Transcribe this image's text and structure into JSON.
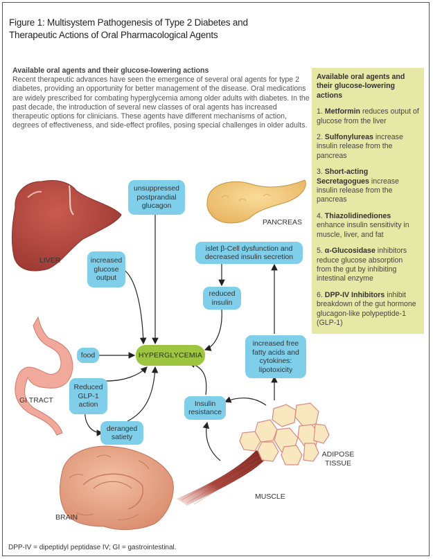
{
  "figure": {
    "title_line1": "Figure 1: Multisystem Pathogenesis of Type 2 Diabetes and",
    "title_line2": "Therapeutic Actions of Oral Pharmacological Agents"
  },
  "intro": {
    "heading": "Available oral agents and their glucose-lowering actions",
    "body": "Recent therapeutic advances have seen the emergence of several oral agents for type 2 diabetes, providing an opportunity for better management of the disease. Oral medications are widely prescribed for combating hyperglycemia among older adults with diabetes. In the past decade, the introduction of several new classes of oral agents has increased therapeutic options for clinicians. These agents have different mechanisms of action, degrees of effectiveness, and side-effect profiles, posing special challenges in older adults."
  },
  "sidebar": {
    "heading": "Available oral agents and their glucose-lowering actions",
    "items": [
      {
        "num": "1.",
        "drug": "Metformin",
        "text": "reduces output of glucose from the liver"
      },
      {
        "num": "2.",
        "drug": "Sulfonylureas",
        "text": "increase insulin release from the pancreas"
      },
      {
        "num": "3.",
        "drug": "Short-acting Secretagogues",
        "text": "increase insulin release from the pancreas"
      },
      {
        "num": "4.",
        "drug": "Thiazolidinediones",
        "text": "enhance insulin sensitivity in muscle, liver, and fat"
      },
      {
        "num": "5.",
        "drug": "α-Glucosidase",
        "text": "inhibitors reduce glucose absorption from the gut by inhibiting intestinal enzyme"
      },
      {
        "num": "6.",
        "drug": "DPP-IV Inhibitors",
        "text": "inhibit breakdown of the gut hormone glucagon-like polypeptide-1 (GLP-1)"
      }
    ]
  },
  "diagram": {
    "center": "HYPERGLYCEMIA",
    "boxes": {
      "glucagon": "unsuppressed postprandial glucagon",
      "glucose_output": "increased glucose output",
      "islet": "islet β-Cell dysfunction and decreased insulin secretion",
      "reduced_insulin": "reduced insulin",
      "food": "food",
      "glp1": "Reduced GLP-1 action",
      "satiety": "deranged satiety",
      "insulin_resistance": "Insulin resistance",
      "ffa": "increased free fatty acids and cytokines: lipotoxicity"
    },
    "organs": {
      "liver": "LIVER",
      "pancreas": "PANCREAS",
      "gi_tract": "GI TRACT",
      "brain": "BRAIN",
      "muscle": "MUSCLE",
      "adipose": "ADIPOSE TISSUE"
    },
    "colors": {
      "box_fill": "#7fcfea",
      "center_fill": "#9dc540",
      "sidebar_fill": "#e6e9a6",
      "liver": "#b5483f",
      "pancreas": "#f2c77a",
      "stomach": "#f0a99a",
      "brain": "#e8a58a",
      "muscle": "#9a3a30",
      "adipose": "#f8e7bf"
    }
  },
  "footnote": "DPP-IV = dipeptidyl peptidase IV; GI = gastrointestinal."
}
